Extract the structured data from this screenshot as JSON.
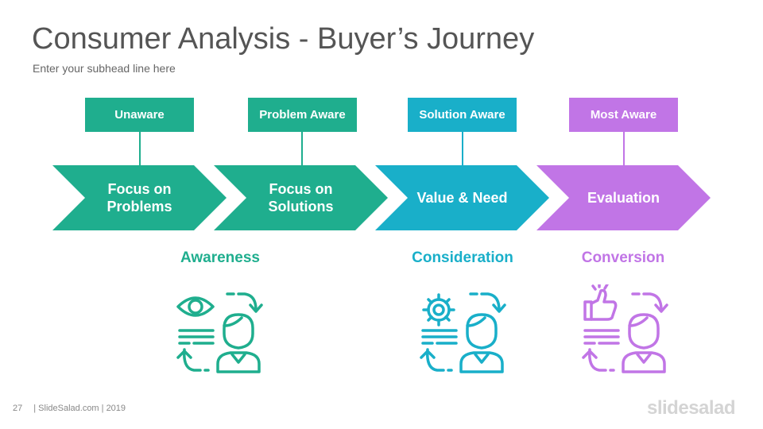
{
  "title": "Consumer Analysis - Buyer’s Journey",
  "subtitle": "Enter your subhead line here",
  "colors": {
    "green": "#1fae8e",
    "teal": "#19afc9",
    "purple": "#c175e6"
  },
  "stages": [
    {
      "label": "Unaware",
      "arrow_line1": "Focus on",
      "arrow_line2": "Problems",
      "color": "#1fae8e"
    },
    {
      "label": "Problem Aware",
      "arrow_line1": "Focus on",
      "arrow_line2": "Solutions",
      "color": "#1fae8e"
    },
    {
      "label": "Solution Aware",
      "arrow_line1": "Value & Need",
      "arrow_line2": "",
      "color": "#19afc9"
    },
    {
      "label": "Most Aware",
      "arrow_line1": "Evaluation",
      "arrow_line2": "",
      "color": "#c175e6"
    }
  ],
  "phases": [
    {
      "label": "Awareness",
      "color": "#1fae8e",
      "icon": "eye-icon"
    },
    {
      "label": "Consideration",
      "color": "#19afc9",
      "icon": "gear-icon"
    },
    {
      "label": "Conversion",
      "color": "#c175e6",
      "icon": "thumbs-up-icon"
    }
  ],
  "footer": {
    "page_number": "27",
    "credit": "| SlideSalad.com | 2019"
  },
  "logo": "slidesalad"
}
